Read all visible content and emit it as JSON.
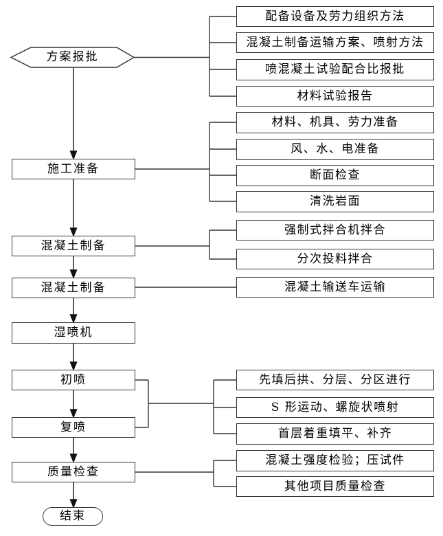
{
  "diagram": {
    "type": "flowchart",
    "language": "zh-CN",
    "colors": {
      "line": "#333333",
      "background": "#ffffff",
      "text": "#000000"
    },
    "main_flow": [
      {
        "shape": "hexagon",
        "label": "方案报批"
      },
      {
        "shape": "rect",
        "label": "施工准备"
      },
      {
        "shape": "rect",
        "label": "混凝土制备"
      },
      {
        "shape": "rect",
        "label": "混凝土制备"
      },
      {
        "shape": "rect",
        "label": "湿喷机"
      },
      {
        "shape": "rect",
        "label": "初喷"
      },
      {
        "shape": "rect",
        "label": "复喷"
      },
      {
        "shape": "rect",
        "label": "质量检查"
      },
      {
        "shape": "stadium",
        "label": "结束"
      }
    ],
    "detail_boxes": [
      {
        "label": "配备设备及劳力组织方法",
        "linked_to": "方案报批"
      },
      {
        "label": "混凝土制备运输方案、喷射方法",
        "linked_to": "方案报批"
      },
      {
        "label": "喷混凝土试验配合比报批",
        "linked_to": "方案报批"
      },
      {
        "label": "材料试验报告",
        "linked_to": "方案报批"
      },
      {
        "label": "材料、机具、劳力准备",
        "linked_to": "施工准备"
      },
      {
        "label": "风、水、电准备",
        "linked_to": "施工准备"
      },
      {
        "label": "断面检查",
        "linked_to": "施工准备"
      },
      {
        "label": "清洗岩面",
        "linked_to": "施工准备"
      },
      {
        "label": "强制式拌合机拌合",
        "linked_to": "混凝土制备"
      },
      {
        "label": "分次投料拌合",
        "linked_to": "混凝土制备"
      },
      {
        "label": "混凝土输送车运输",
        "linked_to": "混凝土制备"
      },
      {
        "label": "先填后拱、分层、分区进行",
        "linked_to": "初喷/复喷"
      },
      {
        "label": "S 形运动、螺旋状喷射",
        "linked_to": "初喷/复喷"
      },
      {
        "label": "首层着重填平、补齐",
        "linked_to": "初喷/复喷"
      },
      {
        "label": "混凝土强度检验；压试件",
        "linked_to": "质量检查"
      },
      {
        "label": "其他项目质量检查",
        "linked_to": "质量检查"
      }
    ]
  }
}
